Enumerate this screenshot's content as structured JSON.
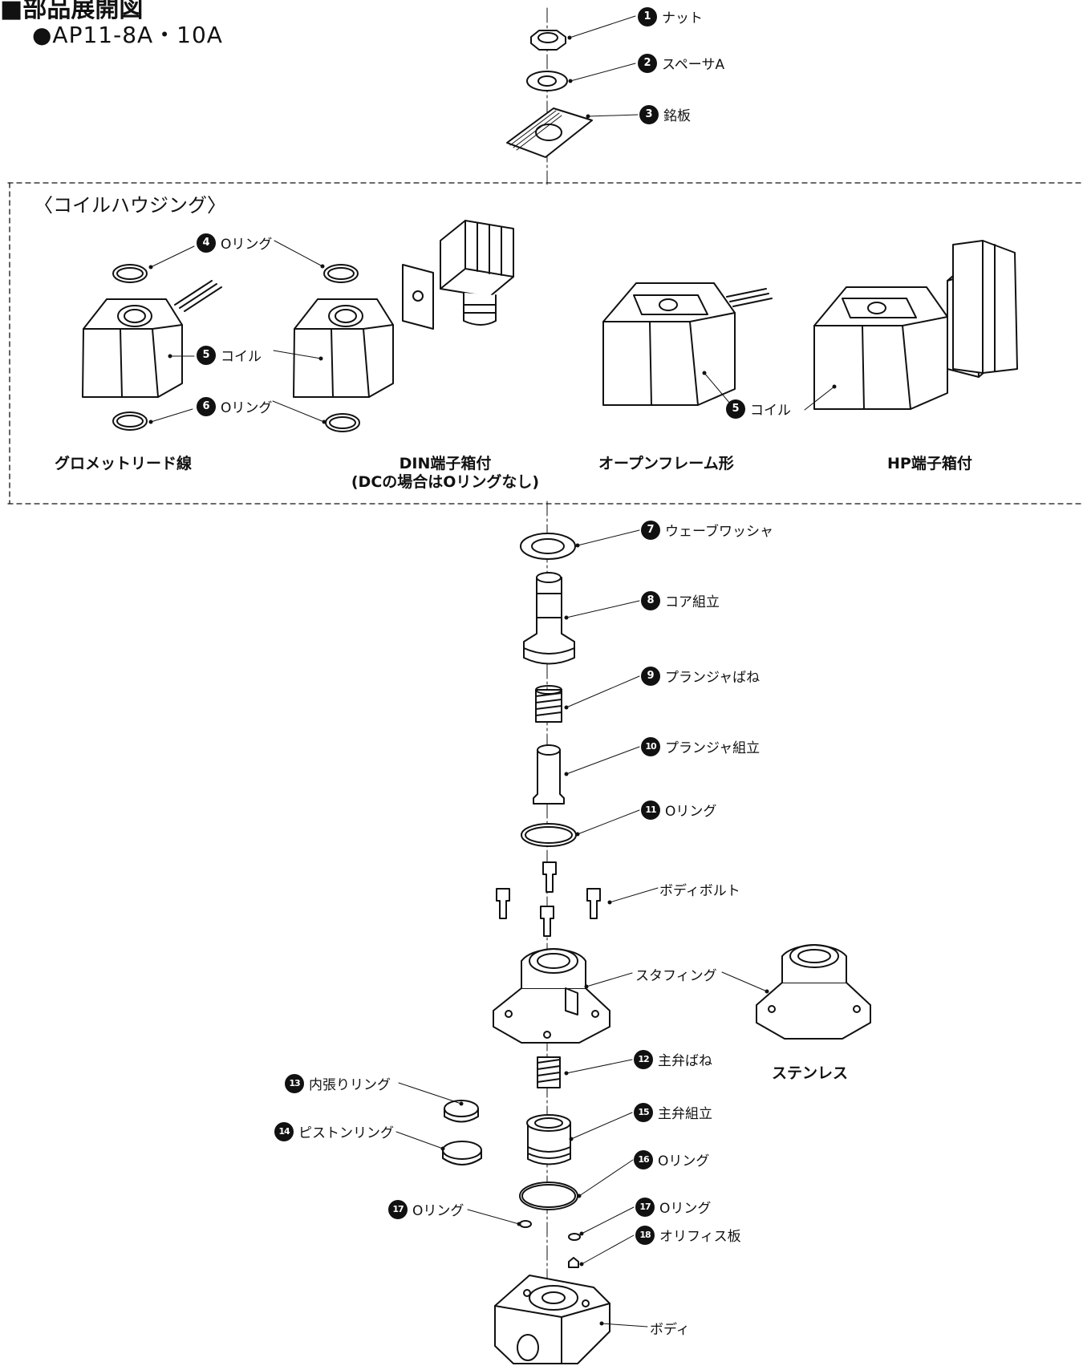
{
  "header": {
    "title": "■部品展開図",
    "model": "●AP11-8A・10A"
  },
  "section_title": "〈コイルハウジング〉",
  "captions": {
    "grommet": "グロメットリード線",
    "din_1": "DIN端子箱付",
    "din_2": "(DCの場合はOリングなし)",
    "open_frame": "オープンフレーム形",
    "hp": "HP端子箱付",
    "stainless": "ステンレス"
  },
  "parts": [
    {
      "num": "1",
      "label": "ナット"
    },
    {
      "num": "2",
      "label": "スペーサA"
    },
    {
      "num": "3",
      "label": "銘板"
    },
    {
      "num": "4",
      "label": "Oリング"
    },
    {
      "num": "5",
      "label": "コイル"
    },
    {
      "num": "6",
      "label": "Oリング"
    },
    {
      "num": "7",
      "label": "ウェーブワッシャ"
    },
    {
      "num": "8",
      "label": "コア組立"
    },
    {
      "num": "9",
      "label": "プランジャばね"
    },
    {
      "num": "10",
      "label": "プランジャ組立"
    },
    {
      "num": "11",
      "label": "Oリング"
    },
    {
      "num": "12",
      "label": "主弁ばね"
    },
    {
      "num": "13",
      "label": "内張りリング"
    },
    {
      "num": "14",
      "label": "ピストンリング"
    },
    {
      "num": "15",
      "label": "主弁組立"
    },
    {
      "num": "16",
      "label": "Oリング"
    },
    {
      "num": "17",
      "label": "Oリング"
    },
    {
      "num": "18",
      "label": "オリフィス板"
    }
  ],
  "unnumbered": {
    "body_bolt": "ボディボルト",
    "stuffing": "スタフィング",
    "body": "ボディ"
  },
  "coil_label_2": "コイル",
  "dip_label_2": "Oリング"
}
